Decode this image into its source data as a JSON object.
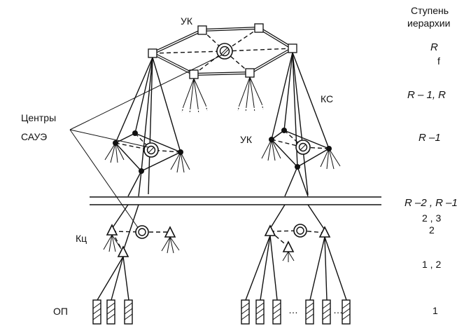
{
  "labels": {
    "uk_top": "УК",
    "uk_mid": "УК",
    "ks": "КС",
    "centers_line1": "Центры",
    "centers_line2": "САУЭ",
    "kc": "Кц",
    "op": "ОП"
  },
  "hierarchy": {
    "title_line1": "Ступень",
    "title_line2": "иерархии",
    "levels": [
      {
        "main": "R",
        "sub": "f"
      },
      {
        "main": "R – 1, R"
      },
      {
        "main": "R –1"
      },
      {
        "main": "R –2 , R –1"
      },
      {
        "main": "2 , 3",
        "sub": "2"
      },
      {
        "main": "1 , 2"
      },
      {
        "main": "1"
      }
    ]
  },
  "dots_ellipsis": "…"
}
